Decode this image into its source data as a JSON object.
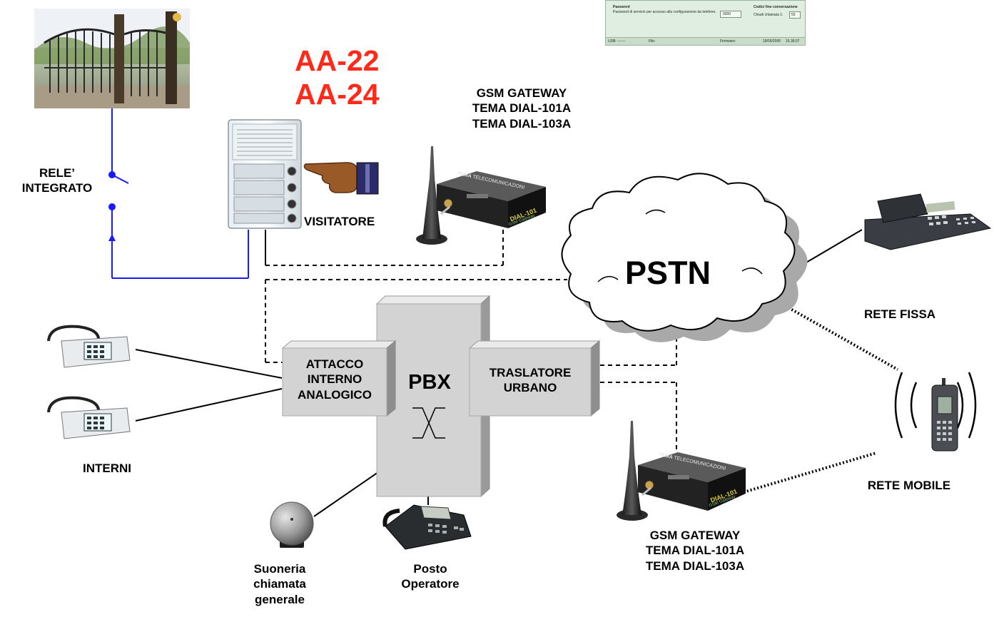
{
  "labels": {
    "model_line1": "AA-22",
    "model_line2": "AA-24",
    "gsm_top": [
      "GSM GATEWAY",
      "TEMA DIAL-101A",
      "TEMA DIAL-103A"
    ],
    "gsm_bottom": [
      "GSM GATEWAY",
      "TEMA DIAL-101A",
      "TEMA DIAL-103A"
    ],
    "relay": [
      "RELE’",
      "INTEGRATO"
    ],
    "visitor": "VISITATORE",
    "pstn": "PSTN",
    "fixed_network": "RETE FISSA",
    "mobile_network": "RETE MOBILE",
    "internal_attach": [
      "ATTACCO",
      "INTERNO",
      "ANALOGICO"
    ],
    "pbx": "PBX",
    "trunk": [
      "TRASLATORE",
      "URBANO"
    ],
    "extensions": "INTERNI",
    "bell": [
      "Suoneria",
      "chiamata",
      "generale"
    ],
    "operator": [
      "Posto",
      "Operatore"
    ]
  },
  "config_panel": {
    "password_title": "Password",
    "password_desc": "Password di servizio per accesso alla configurazione da telefono:",
    "password_value": "0000",
    "codes_title": "Codici fine conversazione",
    "codes_desc": "Chiudi chiamata 1:",
    "codes_value": "55",
    "status_usb": "USB: -------",
    "status_file": "File:",
    "status_firmware": "Firmware:",
    "status_date": "18/05/2006",
    "status_time": "16.38.07"
  },
  "device_text": {
    "brand": "TEMA",
    "brand_sub": "TELECOMUNICAZIONI",
    "model": "DIAL-101",
    "model_sub": "GSM Gateway"
  },
  "colors": {
    "model_red": "#ff2a1a",
    "relay_wire": "#1a1aff",
    "box_fill": "#d3d3d3",
    "cloud_fill": "#ffffff",
    "cloud_shadow": "#a9a9a9"
  }
}
